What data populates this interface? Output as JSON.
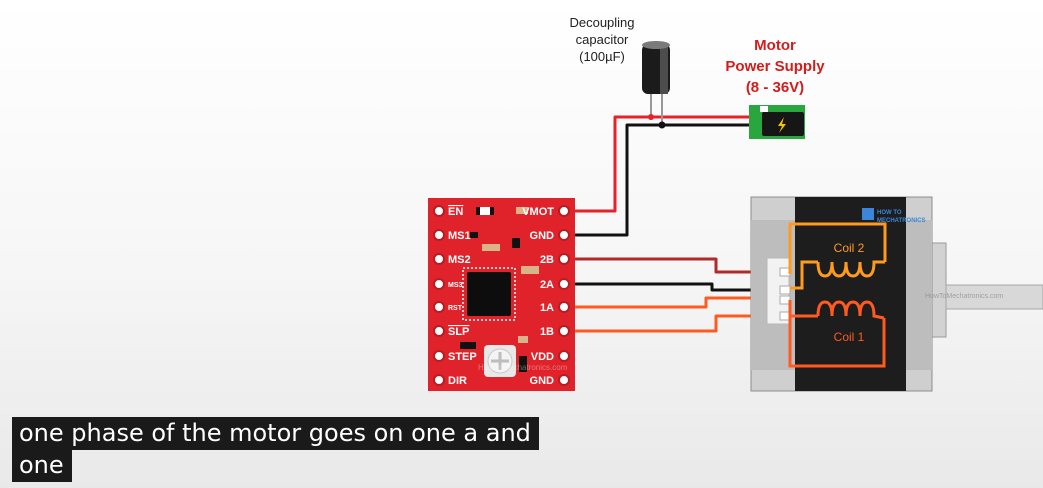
{
  "capacitor": {
    "label_line1": "Decoupling",
    "label_line2": "capacitor",
    "label_line3": "(100µF)"
  },
  "power_supply": {
    "label_line1": "Motor",
    "label_line2": "Power Supply",
    "label_line3": "(8 - 36V)"
  },
  "driver": {
    "left_pins": [
      "EN",
      "MS1",
      "MS2",
      "MS3",
      "RST",
      "SLP",
      "STEP",
      "DIR"
    ],
    "right_pins": [
      "VMOT",
      "GND",
      "2B",
      "2A",
      "1A",
      "1B",
      "VDD",
      "GND"
    ],
    "watermark": "HowToMechatronics.com"
  },
  "motor": {
    "coil2_label": "Coil 2",
    "coil1_label": "Coil 1",
    "logo_line1": "HOW TO",
    "logo_line2": "MECHATRONICS",
    "watermark": "HowToMechatronics.com"
  },
  "captions": {
    "line1": "one phase of the motor goes on one a and",
    "line2": "one"
  },
  "colors": {
    "board_red": "#e0232b",
    "wire_red": "#e8202a",
    "wire_black": "#111111",
    "wire_brown": "#b12a2a",
    "wire_orange": "#ff5a1f",
    "coil_orange": "#ff9a1e",
    "label_red": "#d31c1c"
  }
}
